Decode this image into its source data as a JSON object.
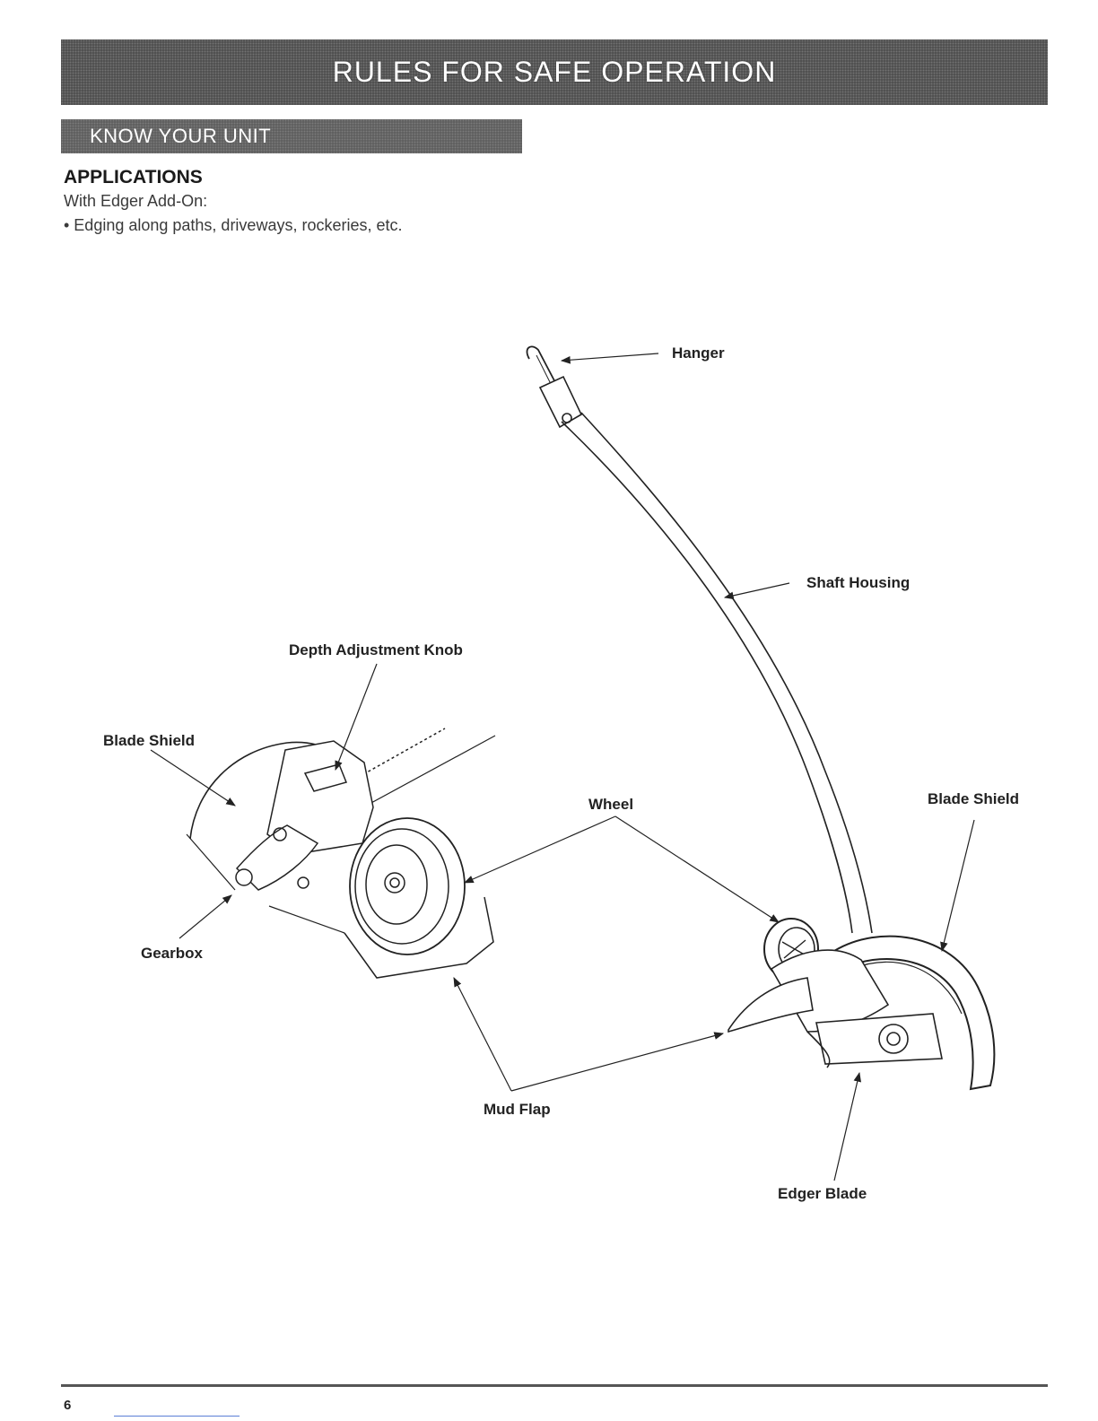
{
  "header": {
    "title": "RULES FOR SAFE OPERATION",
    "section": "KNOW YOUR UNIT"
  },
  "applications": {
    "title": "APPLICATIONS",
    "subtitle": "With Edger Add-On:",
    "items": [
      "• Edging along paths, driveways, rockeries, etc."
    ]
  },
  "diagram": {
    "labels": {
      "hanger": "Hanger",
      "shaft_housing": "Shaft Housing",
      "depth_adjustment_knob": "Depth Adjustment Knob",
      "blade_shield_left": "Blade Shield",
      "blade_shield_right": "Blade Shield",
      "wheel": "Wheel",
      "gearbox": "Gearbox",
      "mud_flap": "Mud Flap",
      "edger_blade": "Edger Blade"
    }
  },
  "footer": {
    "page_number": "6"
  }
}
